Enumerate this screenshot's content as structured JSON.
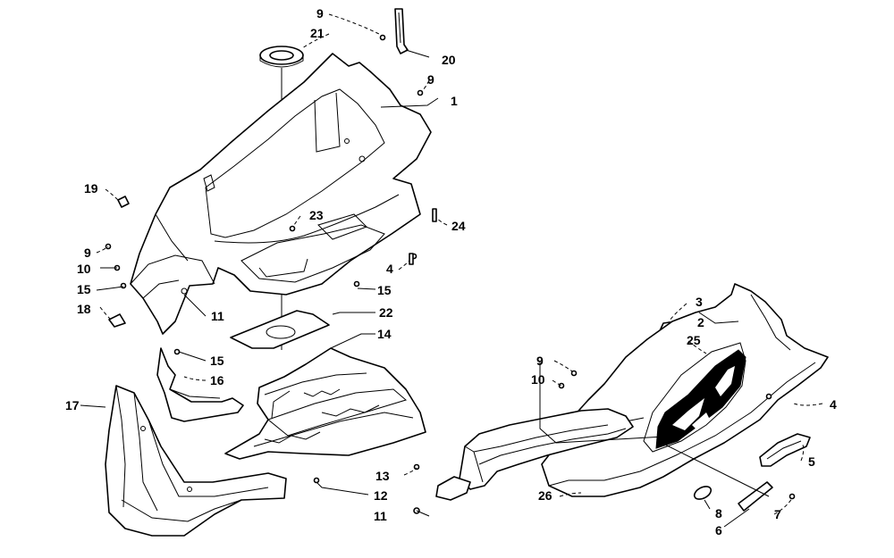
{
  "callouts": [
    {
      "id": "c-9a",
      "label": "9"
    },
    {
      "id": "c-21",
      "label": "21"
    },
    {
      "id": "c-20",
      "label": "20"
    },
    {
      "id": "c-9b",
      "label": "9"
    },
    {
      "id": "c-1",
      "label": "1"
    },
    {
      "id": "c-19",
      "label": "19"
    },
    {
      "id": "c-23",
      "label": "23"
    },
    {
      "id": "c-24",
      "label": "24"
    },
    {
      "id": "c-9c",
      "label": "9"
    },
    {
      "id": "c-10a",
      "label": "10"
    },
    {
      "id": "c-4a",
      "label": "4"
    },
    {
      "id": "c-15a",
      "label": "15"
    },
    {
      "id": "c-15b",
      "label": "15"
    },
    {
      "id": "c-18",
      "label": "18"
    },
    {
      "id": "c-11a",
      "label": "11"
    },
    {
      "id": "c-22",
      "label": "22"
    },
    {
      "id": "c-3",
      "label": "3"
    },
    {
      "id": "c-2",
      "label": "2"
    },
    {
      "id": "c-25",
      "label": "25"
    },
    {
      "id": "c-14",
      "label": "14"
    },
    {
      "id": "c-15c",
      "label": "15"
    },
    {
      "id": "c-16",
      "label": "16"
    },
    {
      "id": "c-9d",
      "label": "9"
    },
    {
      "id": "c-10b",
      "label": "10"
    },
    {
      "id": "c-4b",
      "label": "4"
    },
    {
      "id": "c-17",
      "label": "17"
    },
    {
      "id": "c-5",
      "label": "5"
    },
    {
      "id": "c-13",
      "label": "13"
    },
    {
      "id": "c-12",
      "label": "12"
    },
    {
      "id": "c-26",
      "label": "26"
    },
    {
      "id": "c-11b",
      "label": "11"
    },
    {
      "id": "c-8",
      "label": "8"
    },
    {
      "id": "c-7",
      "label": "7"
    },
    {
      "id": "c-6",
      "label": "6"
    }
  ]
}
